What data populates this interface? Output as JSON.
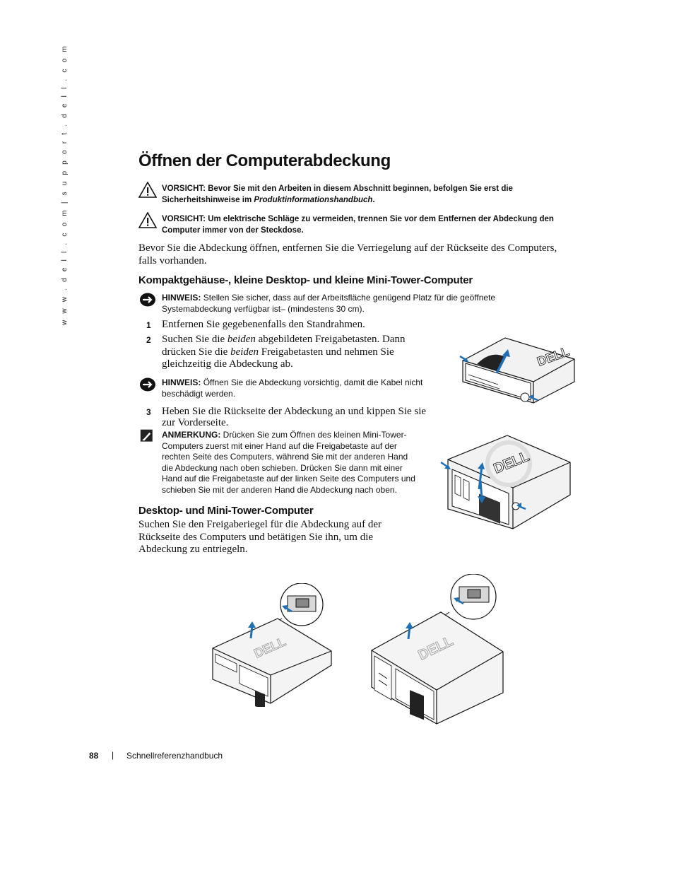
{
  "side_url": "w w w . d e l l . c o m   |   s u p p o r t . d e l l . c o m",
  "title": "Öffnen der Computerabdeckung",
  "caution1": {
    "label": "VORSICHT:",
    "text_a": "Bevor Sie mit den Arbeiten in diesem Abschnitt beginnen, befolgen Sie erst die",
    "text_b": "Sicherheitshinweise im",
    "text_b_italic": "Produktinformationshandbuch",
    "text_b_end": "."
  },
  "caution2": {
    "label": "VORSICHT:",
    "text_a": "Um elektrische Schläge zu vermeiden, trennen Sie vor dem Entfernen der Abdeckung den",
    "text_b": "Computer immer von der Steckdose."
  },
  "intro": {
    "line1": "Bevor Sie die Abdeckung öffnen, entfernen Sie die Verriegelung auf der Rückseite des Computers,",
    "line2": "falls vorhanden."
  },
  "section1_title": "Kompaktgehäuse-, kleine Desktop- und kleine Mini-Tower-Computer",
  "notice1": {
    "label": "HINWEIS:",
    "text_a": "Stellen Sie sicher, dass auf der Arbeitsfläche genügend Platz für die geöffnete",
    "text_b": "Systemabdeckung verfügbar ist– (mindestens 30 cm)."
  },
  "step1": {
    "num": "1",
    "text": "Entfernen Sie gegebenenfalls den Standrahmen."
  },
  "step2": {
    "num": "2",
    "l1_a": "Suchen Sie die ",
    "l1_i": "beiden",
    "l1_b": " abgebildeten Freigabetasten. Dann",
    "l2_a": "drücken Sie die ",
    "l2_i": "beiden",
    "l2_b": " Freigabetasten und nehmen Sie",
    "l3": "gleichzeitig die Abdeckung ab."
  },
  "notice2": {
    "label": "HINWEIS:",
    "text_a": "Öffnen Sie die Abdeckung vorsichtig, damit die Kabel nicht",
    "text_b": "beschädigt werden."
  },
  "step3": {
    "num": "3",
    "l1": "Heben Sie die Rückseite der Abdeckung an und kippen Sie sie",
    "l2": "zur Vorderseite."
  },
  "note": {
    "label": "ANMERKUNG:",
    "l1": "Drücken Sie zum Öffnen des kleinen Mini-Tower-",
    "l2": "Computers zuerst mit einer Hand auf die Freigabetaste auf der",
    "l3": "rechten Seite des Computers, während Sie mit der anderen Hand",
    "l4": "die Abdeckung nach oben schieben. Drücken Sie dann mit einer",
    "l5": "Hand auf die Freigabetaste auf der linken Seite des Computers und",
    "l6": "schieben Sie mit der anderen Hand die Abdeckung nach oben."
  },
  "section2_title": "Desktop- und Mini-Tower-Computer",
  "section2_body": {
    "l1": "Suchen Sie den Freigaberiegel für die Abdeckung auf der",
    "l2": "Rückseite des Computers und betätigen Sie ihn, um die",
    "l3": "Abdeckung zu entriegeln."
  },
  "footer": {
    "page": "88",
    "sep": "|",
    "title": "Schnellreferenzhandbuch"
  },
  "colors": {
    "arrow_blue": "#1f6fb5",
    "text": "#111111"
  }
}
